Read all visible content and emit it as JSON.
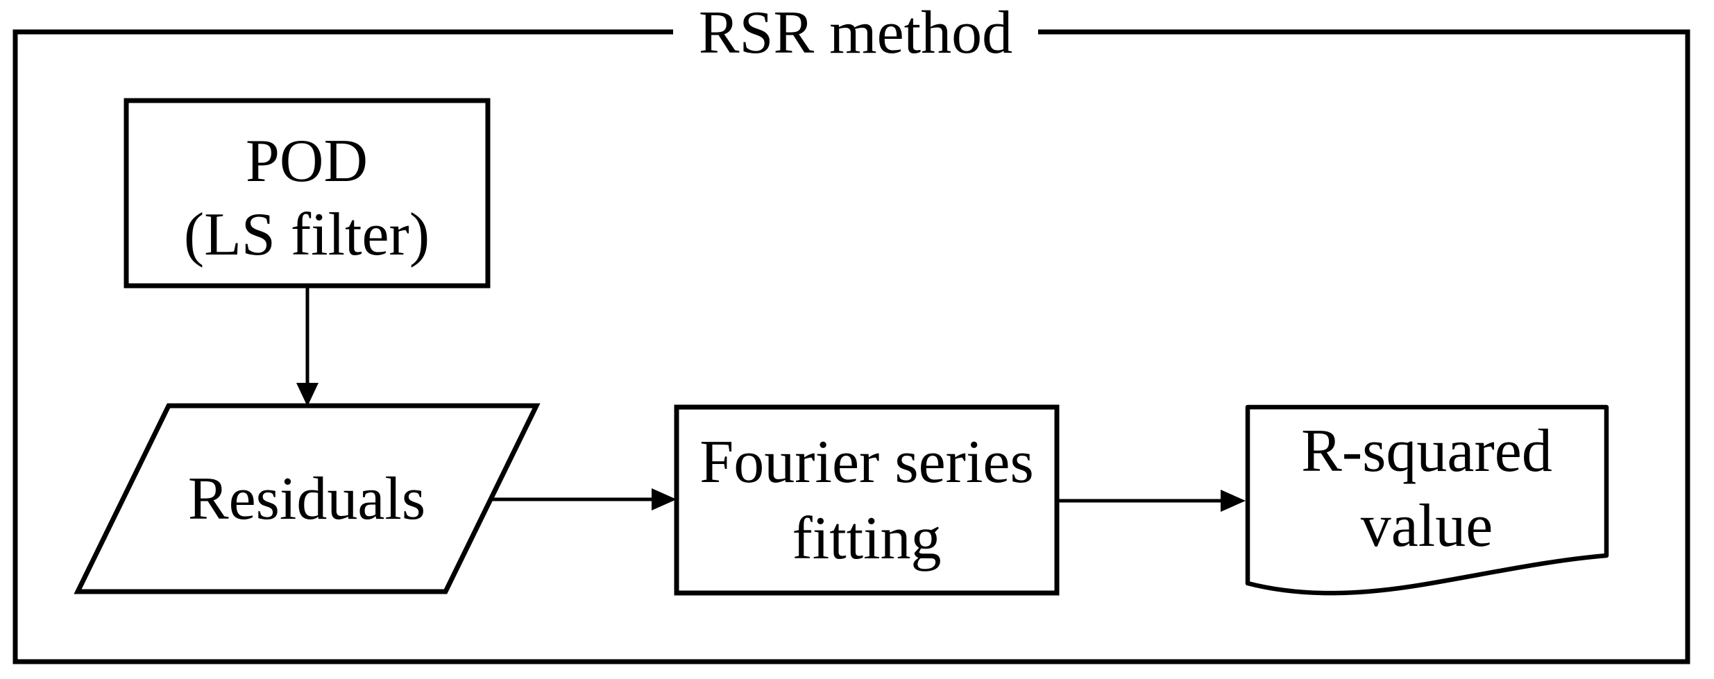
{
  "diagram": {
    "title": "RSR method",
    "background_color": "#ffffff",
    "stroke_color": "#000000",
    "nodes": [
      {
        "id": "pod",
        "shape": "rectangle",
        "lines": [
          "POD",
          "(LS filter)"
        ]
      },
      {
        "id": "residuals",
        "shape": "parallelogram",
        "lines": [
          "Residuals"
        ]
      },
      {
        "id": "fourier",
        "shape": "rectangle",
        "lines": [
          "Fourier series",
          "fitting"
        ]
      },
      {
        "id": "rsquared",
        "shape": "document",
        "lines": [
          "R-squared",
          "value"
        ]
      }
    ],
    "edges": [
      {
        "from": "pod",
        "to": "residuals",
        "direction": "down"
      },
      {
        "from": "residuals",
        "to": "fourier",
        "direction": "right"
      },
      {
        "from": "fourier",
        "to": "rsquared",
        "direction": "right"
      }
    ]
  }
}
